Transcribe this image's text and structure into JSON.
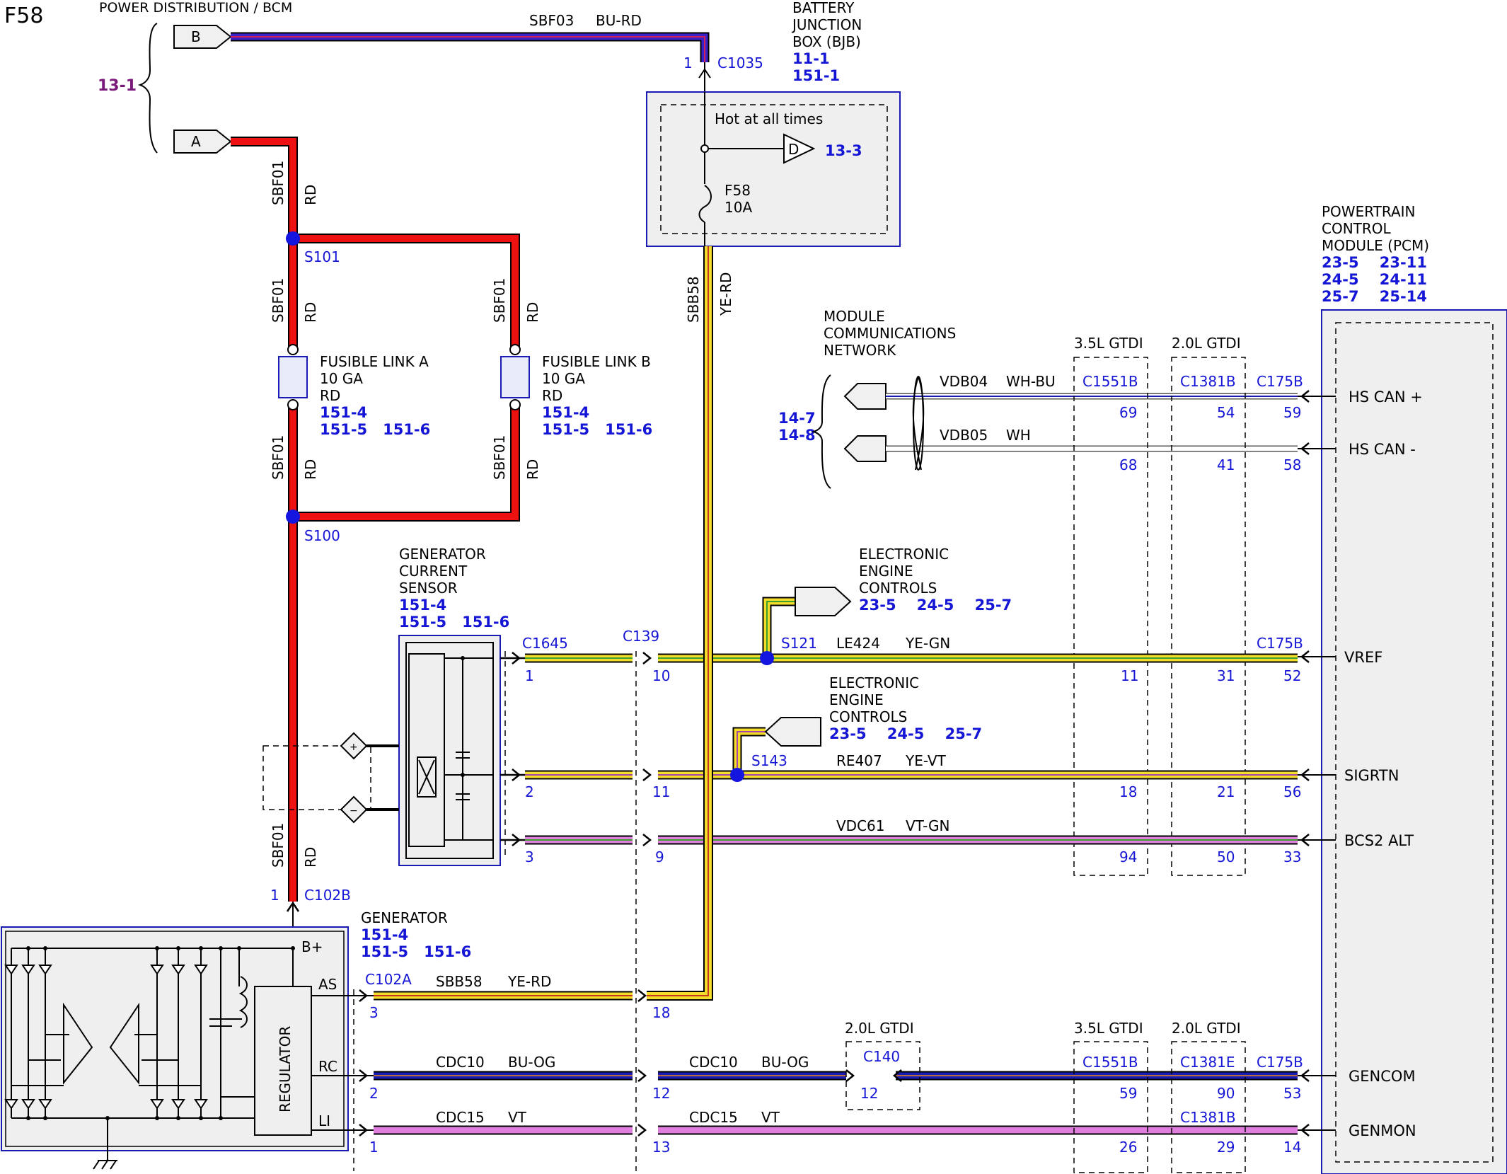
{
  "page": {
    "id": "F58",
    "header": "POWER DISTRIBUTION / BCM",
    "header_ref": "13-1",
    "connector_b": "B",
    "connector_a": "A"
  },
  "bjb": {
    "title": [
      "BATTERY",
      "JUNCTION",
      "BOX (BJB)"
    ],
    "refs": [
      "11-1",
      "151-1"
    ],
    "hot_label": "Hot at all times",
    "diode": "D",
    "diode_ref": "13-3",
    "fuse": [
      "F58",
      "10A"
    ],
    "connector": "C1035",
    "pin": "1"
  },
  "wires_top": {
    "sbf03": "SBF03",
    "bu_rd": "BU-RD",
    "sbf01": "SBF01",
    "rd": "RD",
    "sbb58": "SBB58",
    "ye_rd": "YE-RD"
  },
  "splices": {
    "s101": "S101",
    "s100": "S100",
    "s121": "S121",
    "s143": "S143"
  },
  "fusible_a": {
    "lines": [
      "FUSIBLE LINK A",
      "10 GA",
      "RD"
    ],
    "refs": [
      "151-4",
      "151-5   151-6"
    ]
  },
  "fusible_b": {
    "lines": [
      "FUSIBLE LINK B",
      "10 GA",
      "RD"
    ],
    "refs": [
      "151-4",
      "151-5   151-6"
    ]
  },
  "mcn": {
    "lines": [
      "MODULE",
      "COMMUNICATIONS",
      "NETWORK"
    ],
    "refs": [
      "14-7",
      "14-8"
    ],
    "w1": "VDB04",
    "w1c": "WH-BU",
    "w2": "VDB05",
    "w2c": "WH"
  },
  "pcm": {
    "lines": [
      "POWERTRAIN",
      "CONTROL",
      "MODULE (PCM)"
    ],
    "refs": [
      "23-5    23-11",
      "24-5    24-11",
      "25-7    25-14"
    ],
    "signals": [
      "HS CAN +",
      "HS CAN -",
      "VREF",
      "SIGRTN",
      "BCS2 ALT",
      "GENCOM",
      "GENMON"
    ]
  },
  "inline_groups": {
    "g35": "3.5L GTDI",
    "g20": "2.0L GTDI",
    "c1551b": "C1551B",
    "c1381b": "C1381B",
    "c1381e": "C1381E",
    "c175b": "C175B",
    "c140": "C140"
  },
  "pins": {
    "hs_plus": [
      "69",
      "54",
      "59"
    ],
    "hs_minus": [
      "68",
      "41",
      "58"
    ],
    "vref": [
      "11",
      "31",
      "52"
    ],
    "sigrtn": [
      "18",
      "21",
      "56"
    ],
    "bcs2": [
      "94",
      "50",
      "33"
    ],
    "gencom": [
      "59",
      "90",
      "53",
      "12"
    ],
    "genmon": [
      "26",
      "29",
      "14"
    ]
  },
  "gcs": {
    "lines": [
      "GENERATOR",
      "CURRENT",
      "SENSOR"
    ],
    "refs": [
      "151-4",
      "151-5   151-6"
    ],
    "connector": "C1645",
    "pins": [
      "1",
      "2",
      "3"
    ]
  },
  "c139": {
    "connector": "C139",
    "pins": [
      "10",
      "11",
      "9"
    ]
  },
  "eec1": {
    "lines": [
      "ELECTRONIC",
      "ENGINE",
      "CONTROLS"
    ],
    "refs": "23-5    24-5    25-7"
  },
  "eec2": {
    "lines": [
      "ELECTRONIC",
      "ENGINE",
      "CONTROLS"
    ],
    "refs": "23-5    24-5    25-7"
  },
  "signal_wires": {
    "le424": "LE424",
    "le424c": "YE-GN",
    "re407": "RE407",
    "re407c": "YE-VT",
    "vdc61": "VDC61",
    "vdc61c": "VT-GN",
    "sbb58": "SBB58",
    "sbb58c": "YE-RD",
    "cdc10": "CDC10",
    "cdc10c": "BU-OG",
    "cdc15": "CDC15",
    "cdc15c": "VT"
  },
  "generator": {
    "lines": [
      "GENERATOR"
    ],
    "refs": [
      "151-4",
      "151-5   151-6"
    ],
    "terminals": [
      "B+",
      "AS",
      "RC",
      "LI"
    ],
    "regulator": "REGULATOR",
    "c102b": "C102B",
    "c102b_pin": "1",
    "c102a": "C102A",
    "pins_c102a": [
      "3",
      "2",
      "1"
    ],
    "pins_c139": [
      "18",
      "12",
      "13"
    ]
  },
  "colors": {
    "red": "#ee1111",
    "yellow": "#f3dd2a",
    "blue": "#1a1ab4",
    "violet": "#e07ee0",
    "bu_rd": "#3a22c8",
    "label_blue": "#1515d6",
    "panel": "#efefef"
  }
}
